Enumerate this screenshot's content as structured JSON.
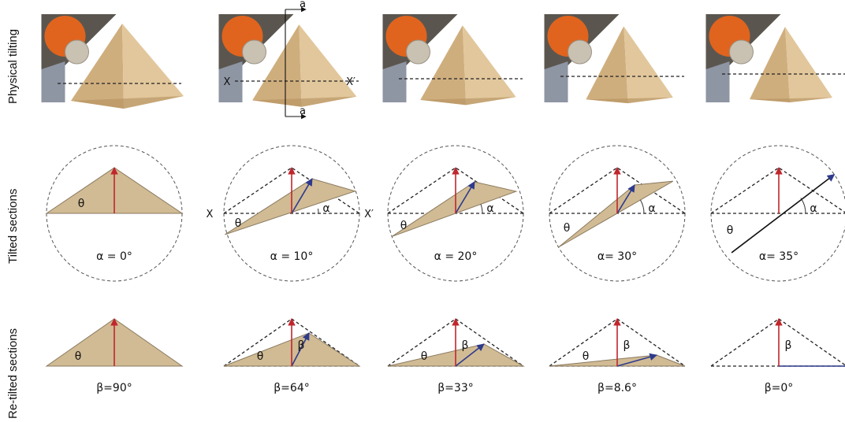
{
  "row_labels": {
    "physical": "Physical tilting",
    "tilted": "Tilted sections",
    "retilted": "Re-tilted sections"
  },
  "section_marks": {
    "a": "a",
    "x": "X",
    "x_prime": "X′",
    "theta": "θ",
    "alpha": "α",
    "beta": "β"
  },
  "columns": [
    {
      "alpha_label": "α = 0°",
      "beta_label": "β=90°",
      "alpha_deg": 0,
      "beta_deg": 90
    },
    {
      "alpha_label": "α = 10°",
      "beta_label": "β=64°",
      "alpha_deg": 10,
      "beta_deg": 64
    },
    {
      "alpha_label": "α = 20°",
      "beta_label": "β=33°",
      "alpha_deg": 20,
      "beta_deg": 33
    },
    {
      "alpha_label": "α= 30°",
      "beta_label": "β=8.6°",
      "alpha_deg": 30,
      "beta_deg": 8.6
    },
    {
      "alpha_label": "α= 35°",
      "beta_label": "β=0°",
      "alpha_deg": 35,
      "beta_deg": 0
    }
  ],
  "colors": {
    "pyramid_light": "#e2c79c",
    "pyramid_mid": "#cfae7e",
    "pyramid_dark": "#b48f5d",
    "section_fill": "#d1bb94",
    "robot_orange": "#e0641e",
    "robot_grey": "#c9c1b2",
    "red_arrow": "#c0262c",
    "blue_arrow": "#2e3a8c",
    "dash": "#222222"
  }
}
